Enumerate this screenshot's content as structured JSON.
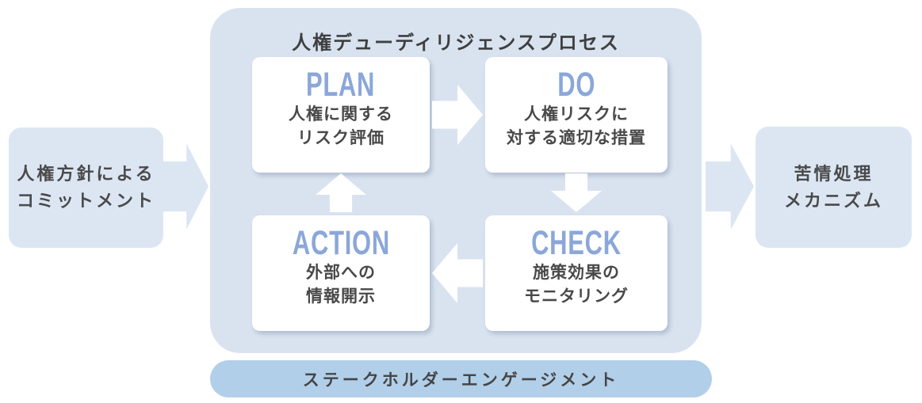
{
  "diagram": {
    "title": "人権デューディリジェンスプロセス",
    "left_box": {
      "line1": "人権方針による",
      "line2": "コミットメント"
    },
    "right_box": {
      "line1": "苦情処理",
      "line2": "メカニズム"
    },
    "bottom_bar": {
      "label": "ステークホルダーエンゲージメント"
    },
    "steps": {
      "plan": {
        "heading": "PLAN",
        "line1": "人権に関する",
        "line2": "リスク評価"
      },
      "do": {
        "heading": "DO",
        "line1": "人権リスクに",
        "line2": "対する適切な措置"
      },
      "check": {
        "heading": "CHECK",
        "line1": "施策効果の",
        "line2": "モニタリング"
      },
      "action": {
        "heading": "ACTION",
        "line1": "外部への",
        "line2": "情報開示"
      }
    },
    "flow": {
      "arrows": [
        "commitment-to-process",
        "plan-to-do",
        "do-to-check",
        "check-to-action",
        "action-to-plan",
        "process-to-grievance"
      ]
    },
    "colors": {
      "process_container": "#d9e3f0",
      "side_box": "#dce6f3",
      "bottom_bar": "#b2cfe9",
      "step_heading": "#8ba7d9",
      "body_text": "#494949",
      "step_box": "#ffffff"
    }
  }
}
